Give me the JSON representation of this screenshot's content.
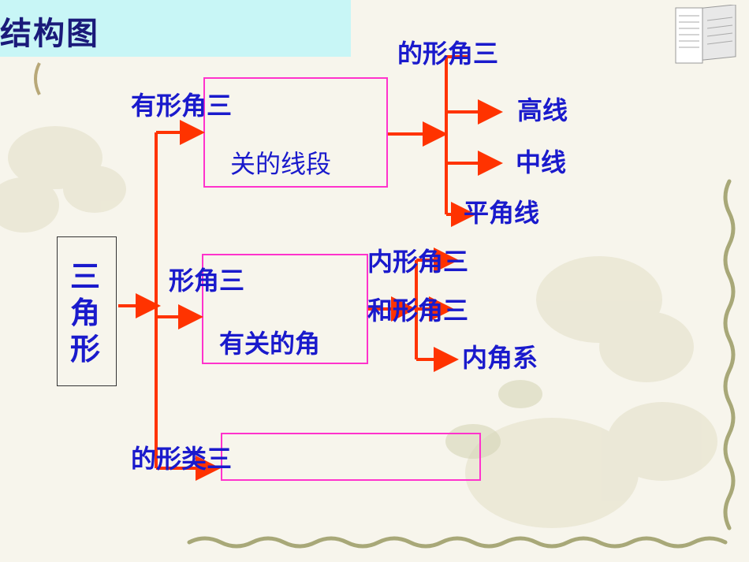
{
  "title": "结构图",
  "root": "三角形",
  "branches": [
    {
      "header": "有形角三",
      "box_text": "关的线段",
      "top_label": "的形角三",
      "children": [
        "高线",
        "中线",
        "平角线"
      ]
    },
    {
      "header": "形角三",
      "box_text": "有关的角",
      "children": [
        "内形角三",
        "和形角三",
        "内角系"
      ]
    },
    {
      "header": "的形类三",
      "box_text": ""
    }
  ],
  "colors": {
    "arrow": "#ff3300",
    "box_border": "#ff33cc",
    "label": "#1a1acc",
    "title_bg": "#c8f6f6"
  }
}
